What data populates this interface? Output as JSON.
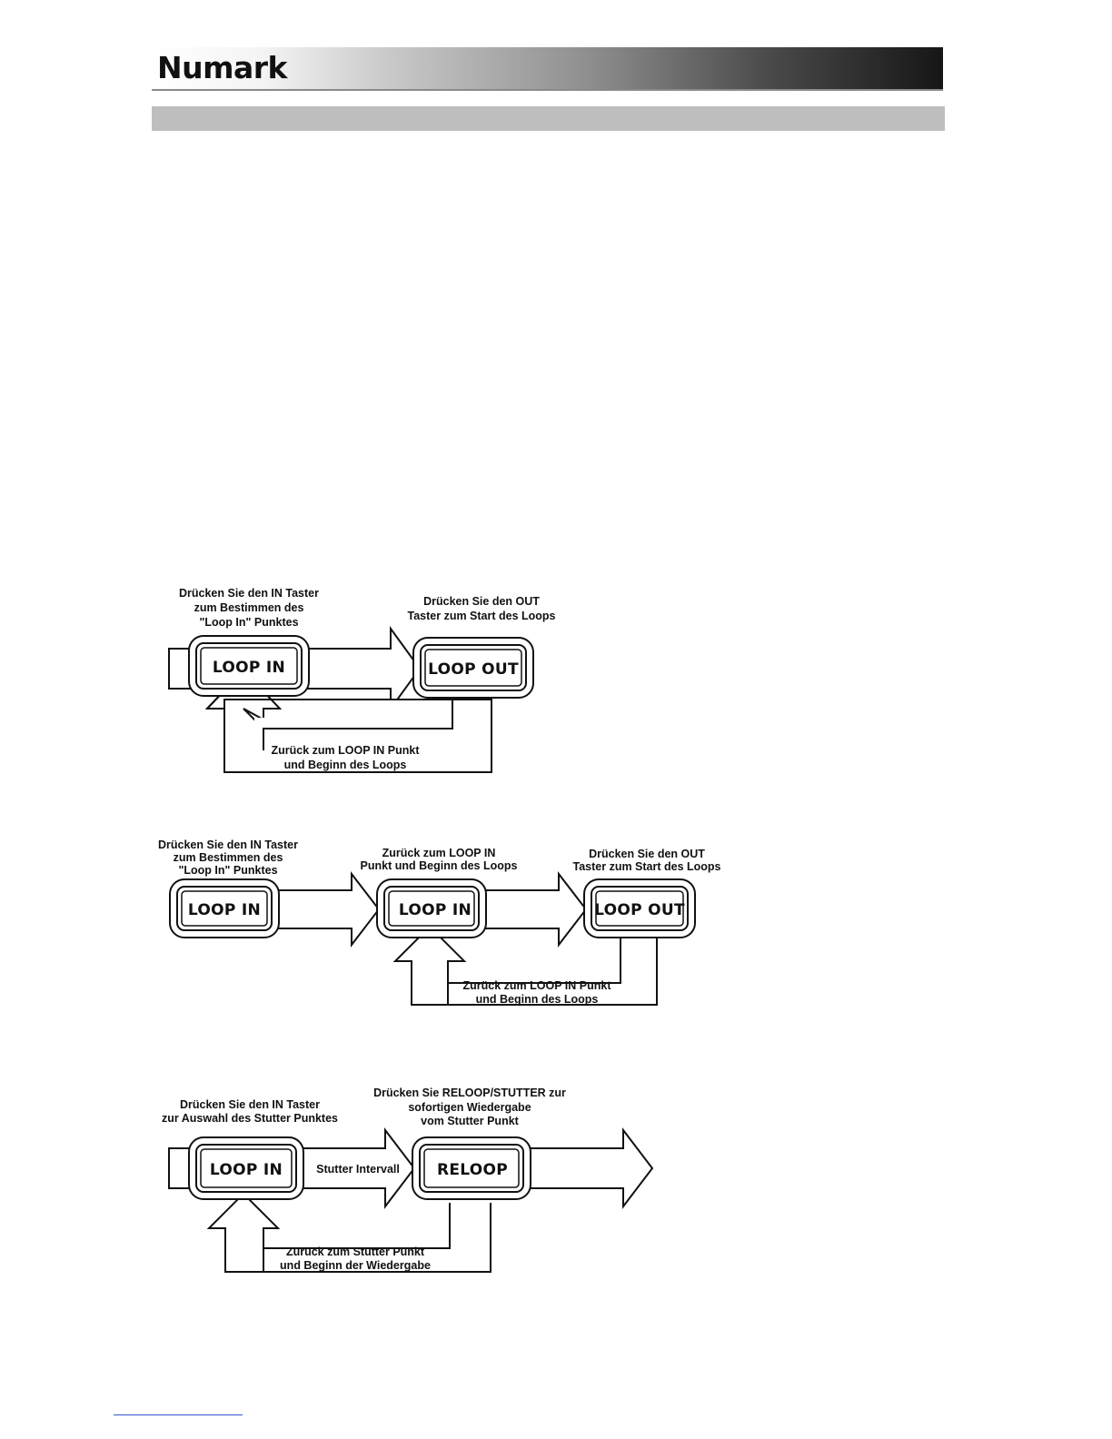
{
  "header": {
    "logo": "Numark"
  },
  "diagram1": {
    "press_in": [
      "Drücken Sie den IN Taster",
      "zum Bestimmen des",
      "\"Loop In\" Punktes"
    ],
    "press_out": [
      "Drücken Sie den OUT",
      "Taster zum Start des Loops"
    ],
    "loop_in_button": "LOOP IN",
    "loop_out_button": "LOOP OUT",
    "return": [
      "Zurück zum LOOP IN Punkt",
      "und Beginn des Loops"
    ]
  },
  "diagram2": {
    "press_in": [
      "Drücken Sie den IN Taster",
      "zum Bestimmen des",
      "\"Loop In\" Punktes"
    ],
    "back_to": [
      "Zurück zum LOOP IN",
      "Punkt und Beginn des Loops"
    ],
    "press_out": [
      "Drücken Sie den OUT",
      "Taster zum Start des Loops"
    ],
    "loop_in_button_1": "LOOP IN",
    "loop_in_button_2": "LOOP IN",
    "loop_out_button": "LOOP OUT",
    "return": [
      "Zurück zum LOOP IN Punkt",
      "und Beginn des Loops"
    ]
  },
  "diagram3": {
    "press_in": [
      "Drücken Sie den IN Taster",
      "zur Auswahl des Stutter Punktes"
    ],
    "press_reloop": [
      "Drücken Sie RELOOP/STUTTER zur",
      "sofortigen Wiedergabe",
      "vom Stutter Punkt"
    ],
    "loop_in_button": "LOOP IN",
    "interval": "Stutter Intervall",
    "reloop_button": "RELOOP",
    "return": [
      "Zurück zum Stutter Punkt",
      "und Beginn der Wiedergabe"
    ]
  }
}
